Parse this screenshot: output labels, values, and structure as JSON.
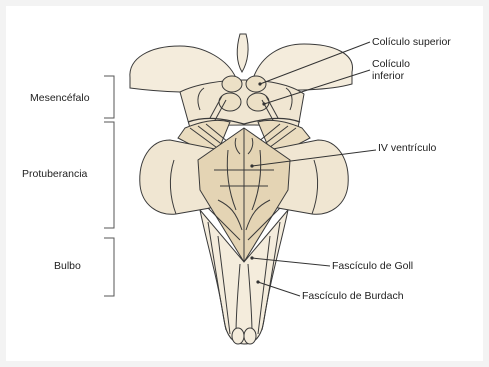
{
  "regions": {
    "mesencefalo": "Mesencéfalo",
    "protuberancia": "Protuberancia",
    "bulbo": "Bulbo"
  },
  "callouts": {
    "coliculo_superior": "Colículo superior",
    "coliculo_inferior_line1": "Colículo",
    "coliculo_inferior_line2": "inferior",
    "iv_ventriculo": "IV ventrículo",
    "fasciculo_goll": "Fascículo de Goll",
    "fasciculo_burdach": "Fascículo de Burdach"
  },
  "colors": {
    "tissue_fill": "#f0e6d2",
    "tissue_dark": "#e4d4b4",
    "outline": "#3a3a3a",
    "background": "#ffffff"
  }
}
